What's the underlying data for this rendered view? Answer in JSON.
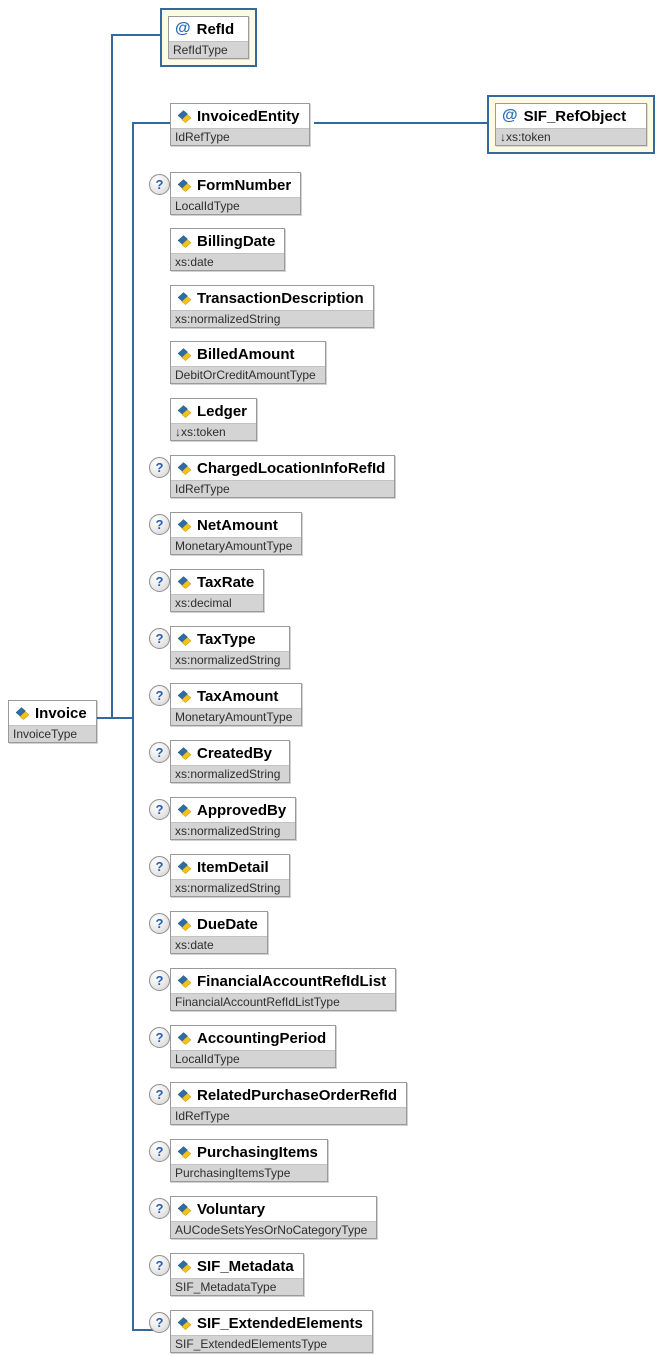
{
  "colors": {
    "connector": "#35689f",
    "attribute_border": "#35689f",
    "attribute_bg": "#fdfbe6",
    "box_border": "#9a9a9a",
    "type_row_bg": "#d4d4d4",
    "question_mark_blue": "#2a5db0",
    "at_sign_blue": "#2a6db5",
    "icon_blue": "#2e6da4",
    "icon_yellow": "#f2c21c"
  },
  "markers": {
    "optional": "?",
    "attribute": "@"
  },
  "root": {
    "name": "Invoice",
    "type": "InvoiceType"
  },
  "attribute_node": {
    "name": "RefId",
    "type": "RefIdType"
  },
  "ref_object_node": {
    "name": "SIF_RefObject",
    "type": "↓xs:token"
  },
  "children": [
    {
      "name": "InvoicedEntity",
      "type": "IdRefType",
      "optional": false
    },
    {
      "name": "FormNumber",
      "type": "LocalIdType",
      "optional": true
    },
    {
      "name": "BillingDate",
      "type": "xs:date",
      "optional": false
    },
    {
      "name": "TransactionDescription",
      "type": "xs:normalizedString",
      "optional": false
    },
    {
      "name": "BilledAmount",
      "type": "DebitOrCreditAmountType",
      "optional": false
    },
    {
      "name": "Ledger",
      "type": "↓xs:token",
      "optional": false
    },
    {
      "name": "ChargedLocationInfoRefId",
      "type": "IdRefType",
      "optional": true
    },
    {
      "name": "NetAmount",
      "type": "MonetaryAmountType",
      "optional": true
    },
    {
      "name": "TaxRate",
      "type": "xs:decimal",
      "optional": true
    },
    {
      "name": "TaxType",
      "type": "xs:normalizedString",
      "optional": true
    },
    {
      "name": "TaxAmount",
      "type": "MonetaryAmountType",
      "optional": true
    },
    {
      "name": "CreatedBy",
      "type": "xs:normalizedString",
      "optional": true
    },
    {
      "name": "ApprovedBy",
      "type": "xs:normalizedString",
      "optional": true
    },
    {
      "name": "ItemDetail",
      "type": "xs:normalizedString",
      "optional": true
    },
    {
      "name": "DueDate",
      "type": "xs:date",
      "optional": true
    },
    {
      "name": "FinancialAccountRefIdList",
      "type": "FinancialAccountRefIdListType",
      "optional": true
    },
    {
      "name": "AccountingPeriod",
      "type": "LocalIdType",
      "optional": true
    },
    {
      "name": "RelatedPurchaseOrderRefId",
      "type": "IdRefType",
      "optional": true
    },
    {
      "name": "PurchasingItems",
      "type": "PurchasingItemsType",
      "optional": true
    },
    {
      "name": "Voluntary",
      "type": "AUCodeSetsYesOrNoCategoryType",
      "optional": true
    },
    {
      "name": "SIF_Metadata",
      "type": "SIF_MetadataType",
      "optional": true
    },
    {
      "name": "SIF_ExtendedElements",
      "type": "SIF_ExtendedElementsType",
      "optional": true
    }
  ]
}
